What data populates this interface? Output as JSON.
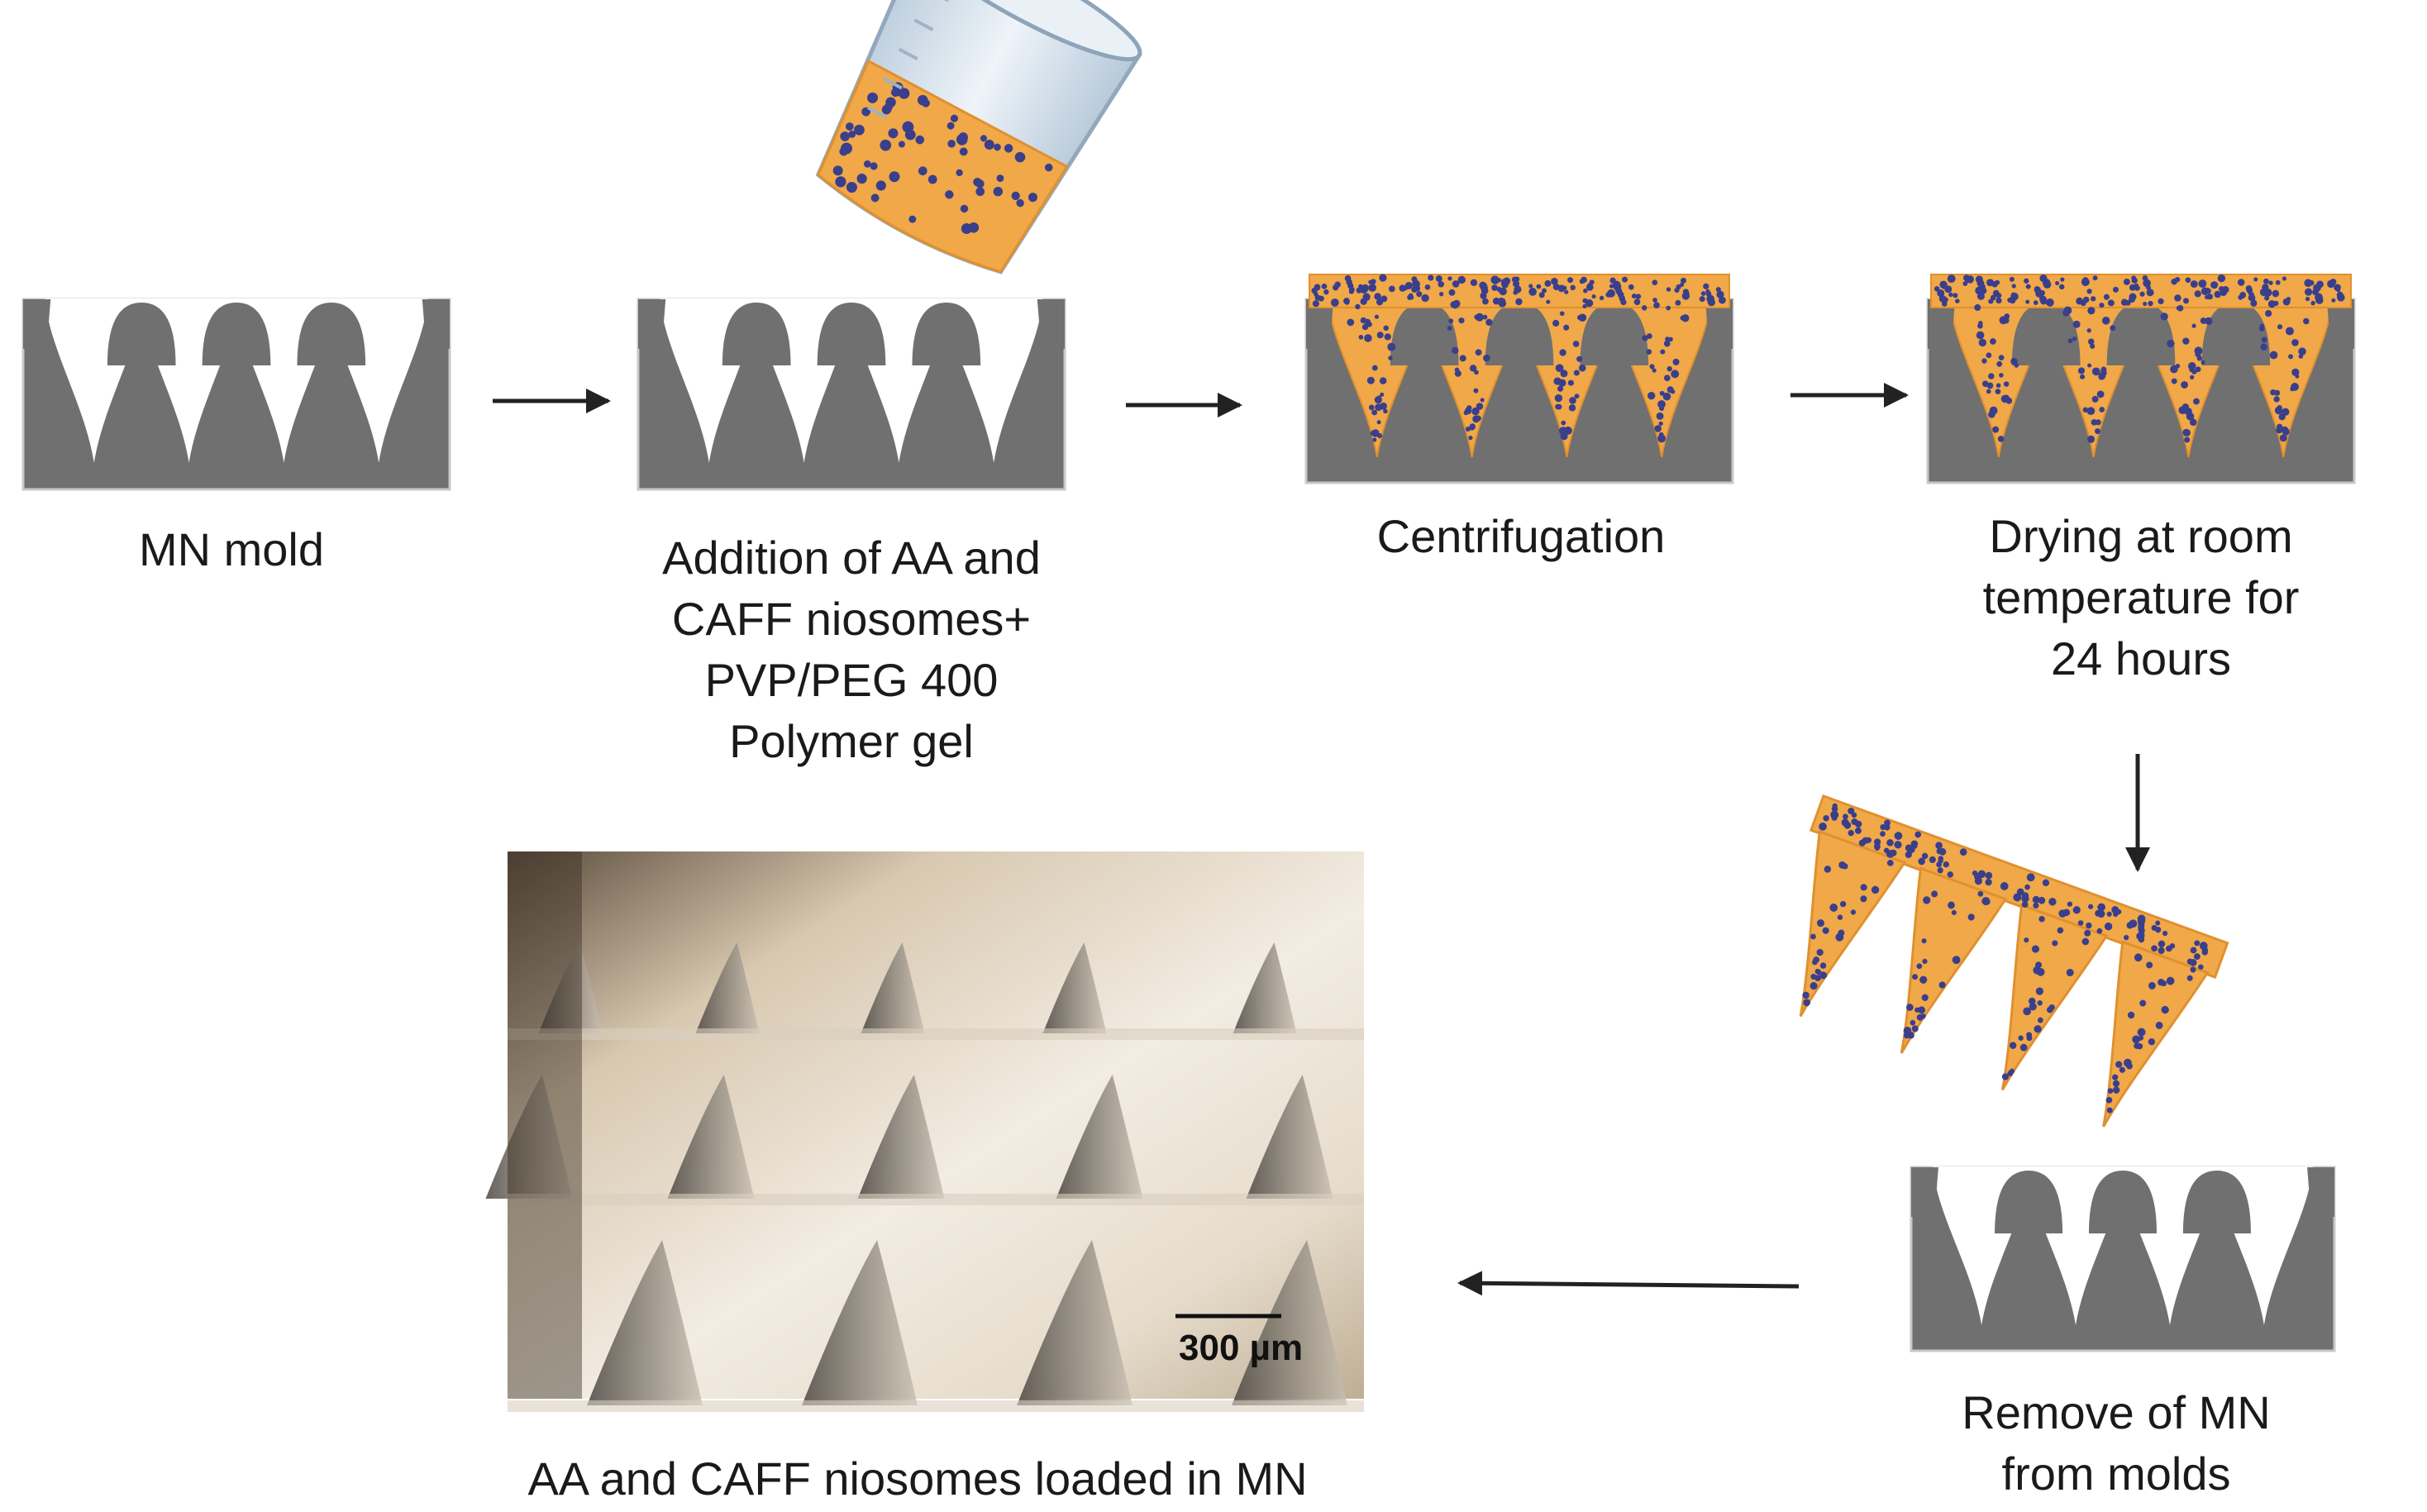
{
  "steps": [
    {
      "id": "mold",
      "label": "MN mold"
    },
    {
      "id": "addition",
      "label": "Addition of AA and\nCAFF niosomes+\nPVP/PEG 400\nPolymer gel"
    },
    {
      "id": "centrifugation",
      "label": "Centrifugation"
    },
    {
      "id": "drying",
      "label": "Drying at room\ntemperature for\n24 hours"
    },
    {
      "id": "remove",
      "label": "Remove of MN\nfrom molds"
    },
    {
      "id": "result",
      "label": "AA and CAFF niosomes loaded in MN"
    }
  ],
  "micrograph": {
    "scale_bar_label": "300 µm"
  },
  "colors": {
    "mold_gray": "#707070",
    "gel_orange": "#f0a848",
    "gel_dark": "#e0902f",
    "particle_blue": "#3a3f8c",
    "arrow": "#222222",
    "beaker_glass": "#d6e4f0"
  }
}
